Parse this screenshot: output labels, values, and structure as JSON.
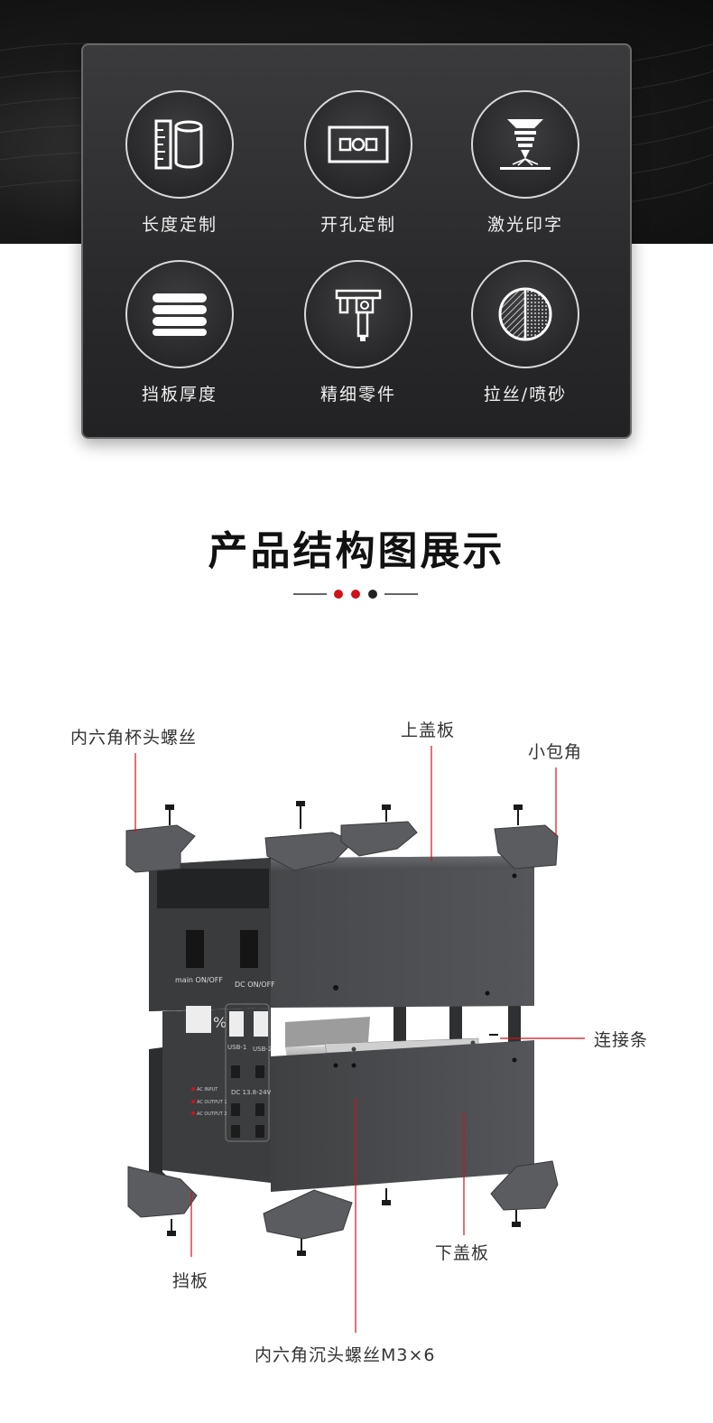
{
  "features": [
    {
      "label": "长度定制",
      "icon": "ruler-cylinder-icon"
    },
    {
      "label": "开孔定制",
      "icon": "cutout-panel-icon"
    },
    {
      "label": "激光印字",
      "icon": "laser-engraver-icon"
    },
    {
      "label": "挡板厚度",
      "icon": "stacked-plates-icon"
    },
    {
      "label": "精细零件",
      "icon": "caliper-icon"
    },
    {
      "label": "拉丝/喷砂",
      "icon": "brushed-sandblast-icon"
    }
  ],
  "section": {
    "title": "产品结构图展示",
    "accent_colors": [
      "#d0121b",
      "#d0121b",
      "#222222"
    ]
  },
  "panel_labels": {
    "main_switch": "main  ON/OFF",
    "dc_switch": "DC  ON/OFF",
    "usb1": "USB-1",
    "usb2": "USB-2",
    "dc_range": "DC  13.8-24V",
    "ac_input": "AC INPUT",
    "ac_output1": "AC OUTPUT 1",
    "ac_output2": "AC OUTPUT 2",
    "percent": "%"
  },
  "callouts": {
    "hex_cup_screw": "内六角杯头螺丝",
    "top_cover": "上盖板",
    "corner": "小包角",
    "connector_strip": "连接条",
    "bottom_cover": "下盖板",
    "baffle": "挡板",
    "countersunk_screw": "内六角沉头螺丝M3×6"
  },
  "colors": {
    "callout_line": "#d0121b",
    "panel_bg": "#2e2e30",
    "enclosure": "#4a4b4d"
  }
}
